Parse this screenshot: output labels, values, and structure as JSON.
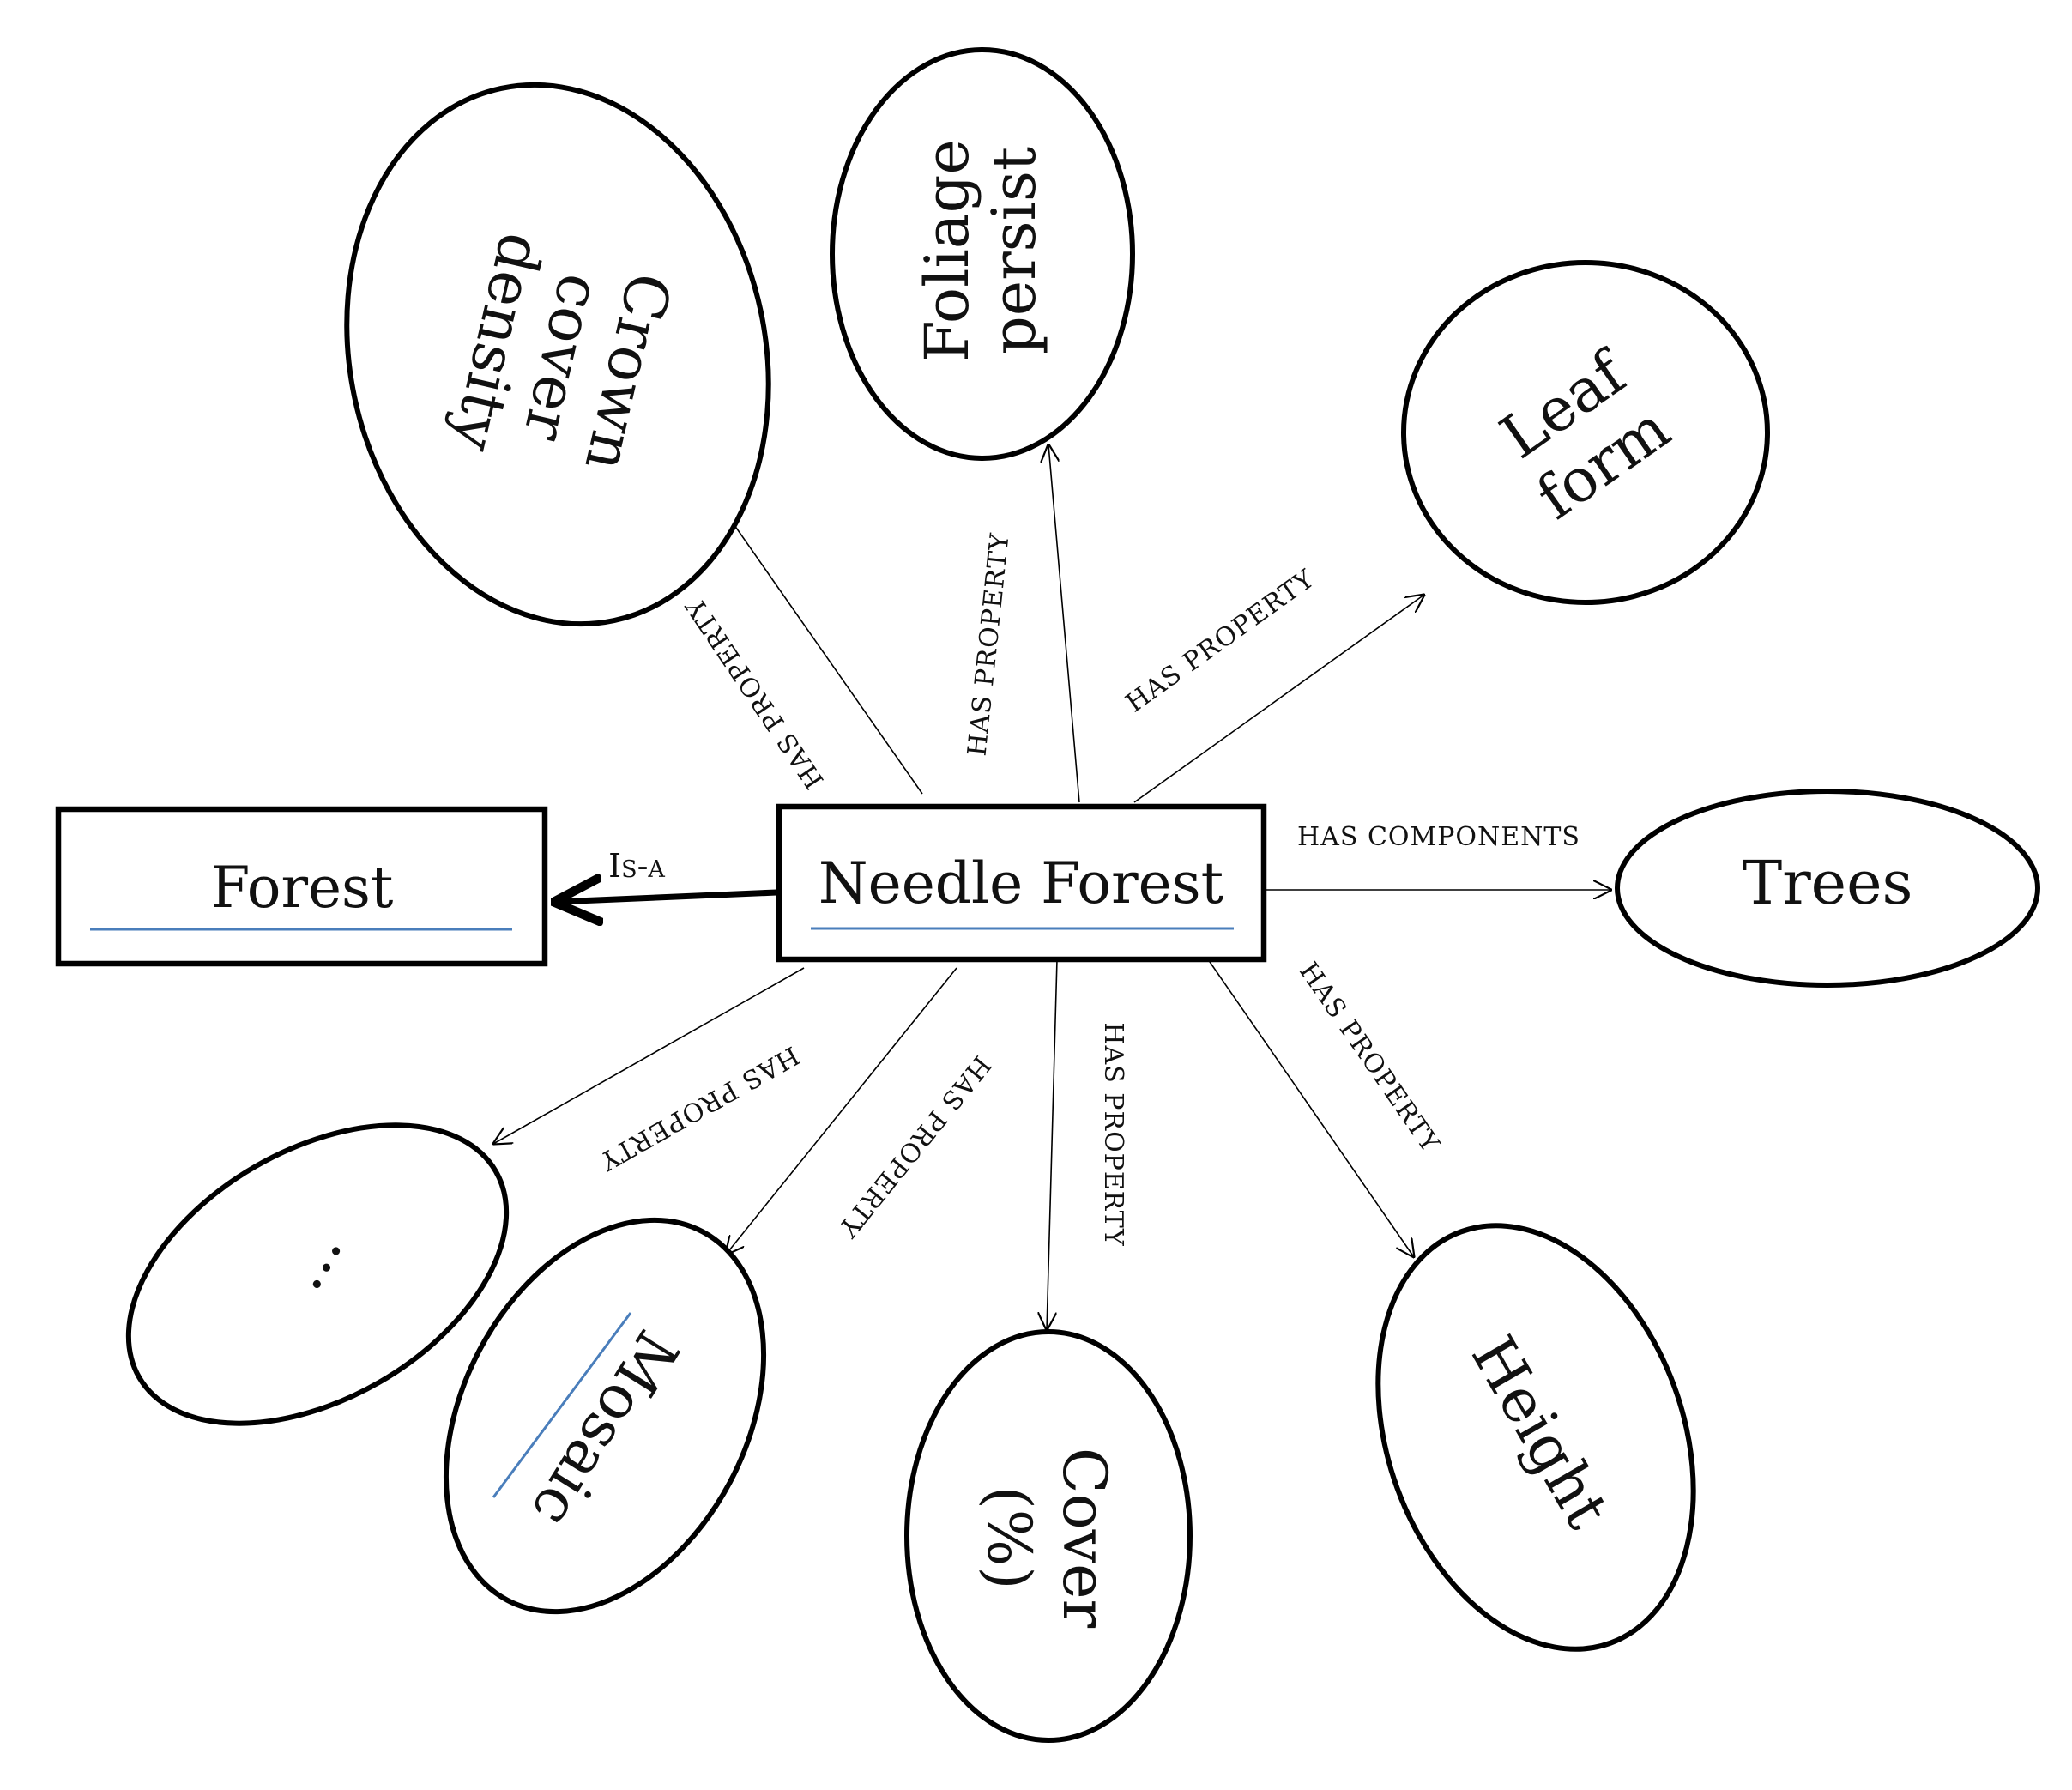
{
  "nodes": {
    "forest": "Forest",
    "needle_forest": "Needle Forest",
    "crown_cover_density": [
      "Crown",
      "cover",
      "density"
    ],
    "foliage_persist": [
      "Foliage",
      "persist"
    ],
    "leaf_form": [
      "Leaf",
      "form"
    ],
    "trees": "Trees",
    "height": "Height",
    "cover_percent": [
      "Cover",
      "(%)"
    ],
    "mosaic": "Mosaic",
    "ellipsis": "..."
  },
  "edges": {
    "is_a": "Is-a",
    "has_property": "HAS PROPERTY",
    "has_components": "HAS COMPONENTS"
  },
  "colors": {
    "stroke": "#000000",
    "underline": "#4a7ebb",
    "background": "#ffffff"
  }
}
